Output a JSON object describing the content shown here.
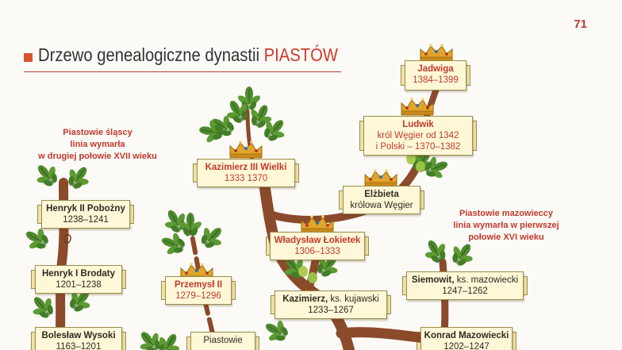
{
  "page_number": "71",
  "title": {
    "text": "Drzewo genealogiczne dynastii",
    "accent": "PIASTÓW"
  },
  "branch_notes": {
    "silesian": [
      "Piastowie śląscy",
      "linia wymarła",
      "w drugiej połowie XVII wieku"
    ],
    "masovian": [
      "Piastowie mazowieccy",
      "linia wymarła w pierwszej",
      "połowie XVI wieku"
    ]
  },
  "colors": {
    "accent": "#c0392b",
    "trunk": "#8b4a2b",
    "leaf": "#4d8a2e",
    "label_bg": "#fff8d8",
    "crown": "#e0a52a"
  },
  "people": {
    "jadwiga": {
      "name": "Jadwiga",
      "years": "1384–1399"
    },
    "ludwik": {
      "name": "Ludwik",
      "line1": "król Węgier od 1342",
      "line2": "i Polski – 1370–1382"
    },
    "kazimierz3": {
      "name": "Kazimierz III Wielki",
      "years": "1333 1370"
    },
    "elzbieta": {
      "name": "Elżbieta",
      "line1": "królowa Węgier"
    },
    "wladyslaw": {
      "name": "Władysław Łokietek",
      "years": "1306–1333"
    },
    "kazimierz_kujawski": {
      "name": "Kazimierz,",
      "title": "ks. kujawski",
      "years": "1233–1267"
    },
    "henryk2": {
      "name": "Henryk II Pobożny",
      "years": "1238–1241"
    },
    "henryk1": {
      "name": "Henryk I Brodaty",
      "years": "1201–1238"
    },
    "boleslaw": {
      "name": "Bolesław Wysoki",
      "years": "1163–1201"
    },
    "przemysl": {
      "name": "Przemysł II",
      "years": "1279–1296"
    },
    "piastowie_partial": {
      "name": "Piastowie"
    },
    "siemowit": {
      "name": "Siemowit,",
      "title": "ks. mazowiecki",
      "years": "1247–1262"
    },
    "konrad": {
      "name": "Konrad Mazowiecki",
      "years": "1202–1247"
    }
  }
}
